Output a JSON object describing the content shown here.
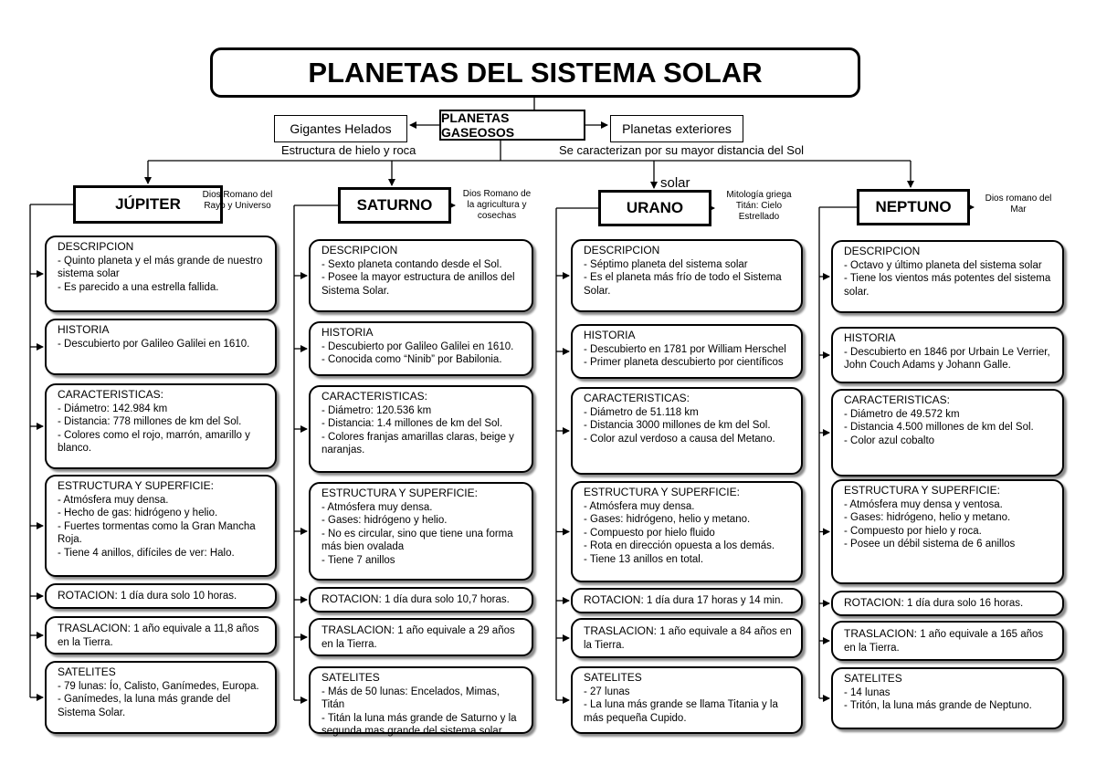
{
  "title": "PLANETAS DEL SISTEMA SOLAR",
  "center": "PLANETAS GASEOSOS",
  "left_node": {
    "label": "Gigantes Helados",
    "caption": "Estructura de hielo y roca"
  },
  "right_node": {
    "label": "Planetas exteriores",
    "caption": "Se caracterizan por su mayor distancia del Sol"
  },
  "stray_text": "solar",
  "planets": [
    {
      "name": "JÚPITER",
      "myth": [
        "Dios Romano del",
        "Rayo y Universo"
      ],
      "descripcion": {
        "title": "DESCRIPCION",
        "lines": [
          "- Quinto planeta y el más grande de nuestro sistema solar",
          "- Es parecido a una estrella fallida."
        ]
      },
      "historia": {
        "title": "HISTORIA",
        "lines": [
          "- Descubierto por Galileo Galilei en 1610."
        ]
      },
      "caracteristicas": {
        "title": "CARACTERISTICAS:",
        "lines": [
          "- Diámetro: 142.984 km",
          "- Distancia: 778 millones de km del Sol.",
          "- Colores como el rojo, marrón, amarillo y blanco."
        ]
      },
      "estructura": {
        "title": "ESTRUCTURA Y SUPERFICIE:",
        "lines": [
          "- Atmósfera muy densa.",
          "- Hecho de gas: hidrógeno y helio.",
          "- Fuertes tormentas como la Gran Mancha Roja.",
          "- Tiene 4 anillos, difíciles de ver: Halo."
        ]
      },
      "rotacion": {
        "title": "ROTACION:",
        "text": "1 día dura solo 10 horas."
      },
      "traslacion": {
        "title": "TRASLACION:",
        "text": "1 año equivale a 11,8 años en la Tierra."
      },
      "satelites": {
        "title": "SATELITES",
        "lines": [
          "- 79 lunas: Ío, Calisto, Ganímedes, Europa.",
          "- Ganímedes, la luna más grande del Sistema Solar."
        ]
      }
    },
    {
      "name": "SATURNO",
      "myth": [
        "Dios Romano de",
        "la agricultura y",
        "cosechas"
      ],
      "descripcion": {
        "title": "DESCRIPCION",
        "lines": [
          "- Sexto planeta contando desde el Sol.",
          "- Posee la mayor estructura de anillos del Sistema Solar."
        ]
      },
      "historia": {
        "title": "HISTORIA",
        "lines": [
          "- Descubierto por Galileo Galilei en 1610.",
          "- Conocida como “Ninib” por Babilonia."
        ]
      },
      "caracteristicas": {
        "title": "CARACTERISTICAS:",
        "lines": [
          "- Diámetro: 120.536 km",
          "- Distancia: 1.4 millones de km del Sol.",
          "- Colores franjas amarillas claras, beige y naranjas."
        ]
      },
      "estructura": {
        "title": "ESTRUCTURA Y SUPERFICIE:",
        "lines": [
          "- Atmósfera muy densa.",
          "- Gases: hidrógeno y helio.",
          "- No es circular, sino que tiene una forma más bien ovalada",
          "- Tiene 7 anillos"
        ]
      },
      "rotacion": {
        "title": "ROTACION:",
        "text": "1 día dura solo 10,7 horas."
      },
      "traslacion": {
        "title": "TRASLACION:",
        "text": "1 año equivale a 29 años en la Tierra."
      },
      "satelites": {
        "title": "SATELITES",
        "lines": [
          "- Más de 50 lunas: Encelados, Mimas, Titán",
          "- Titán la luna más grande de Saturno y la segunda mas grande del sistema solar."
        ]
      }
    },
    {
      "name": "URANO",
      "myth": [
        "Mitología griega",
        "Titán: Cielo",
        "Estrellado"
      ],
      "descripcion": {
        "title": "DESCRIPCION",
        "lines": [
          "- Séptimo planeta del sistema solar",
          "- Es el planeta más frío de todo el Sistema Solar."
        ]
      },
      "historia": {
        "title": "HISTORIA",
        "lines": [
          "- Descubierto en 1781 por William Herschel",
          "- Primer planeta descubierto por científicos"
        ]
      },
      "caracteristicas": {
        "title": "CARACTERISTICAS:",
        "lines": [
          "- Diámetro de 51.118 km",
          "- Distancia 3000 millones de km del Sol.",
          "- Color azul verdoso a causa del Metano."
        ]
      },
      "estructura": {
        "title": "ESTRUCTURA Y SUPERFICIE:",
        "lines": [
          "- Atmósfera muy densa.",
          "- Gases: hidrógeno, helio y metano.",
          "- Compuesto por hielo fluido",
          "- Rota en dirección opuesta a los demás.",
          "- Tiene 13 anillos en total."
        ]
      },
      "rotacion": {
        "title": "ROTACION:",
        "text": "1 día dura 17 horas y 14 min."
      },
      "traslacion": {
        "title": "TRASLACION:",
        "text": "1 año equivale a 84 años en la Tierra."
      },
      "satelites": {
        "title": "SATELITES",
        "lines": [
          "- 27 lunas",
          "- La luna más grande se llama Titania y la más pequeña Cupido."
        ]
      }
    },
    {
      "name": "NEPTUNO",
      "myth": [
        "Dios romano del",
        "Mar"
      ],
      "descripcion": {
        "title": "DESCRIPCION",
        "lines": [
          "- Octavo y último planeta del sistema solar",
          "- Tiene los vientos más potentes del sistema solar."
        ]
      },
      "historia": {
        "title": "HISTORIA",
        "lines": [
          "- Descubierto en 1846 por Urbain Le Verrier, John Couch Adams y Johann Galle."
        ]
      },
      "caracteristicas": {
        "title": "CARACTERISTICAS:",
        "lines": [
          "- Diámetro de 49.572 km",
          "- Distancia 4.500 millones de km del Sol.",
          "- Color azul cobalto"
        ]
      },
      "estructura": {
        "title": "ESTRUCTURA Y SUPERFICIE:",
        "lines": [
          "- Atmósfera muy densa y ventosa.",
          "- Gases: hidrógeno, helio y metano.",
          "- Compuesto por hielo y roca.",
          "- Posee un débil sistema de 6 anillos"
        ]
      },
      "rotacion": {
        "title": "ROTACION:",
        "text": "1 día dura solo 16 horas."
      },
      "traslacion": {
        "title": "TRASLACION:",
        "text": "1 año equivale a 165 años en la Tierra."
      },
      "satelites": {
        "title": "SATELITES",
        "lines": [
          "- 14 lunas",
          "- Tritón, la luna más grande de Neptuno."
        ]
      }
    }
  ]
}
